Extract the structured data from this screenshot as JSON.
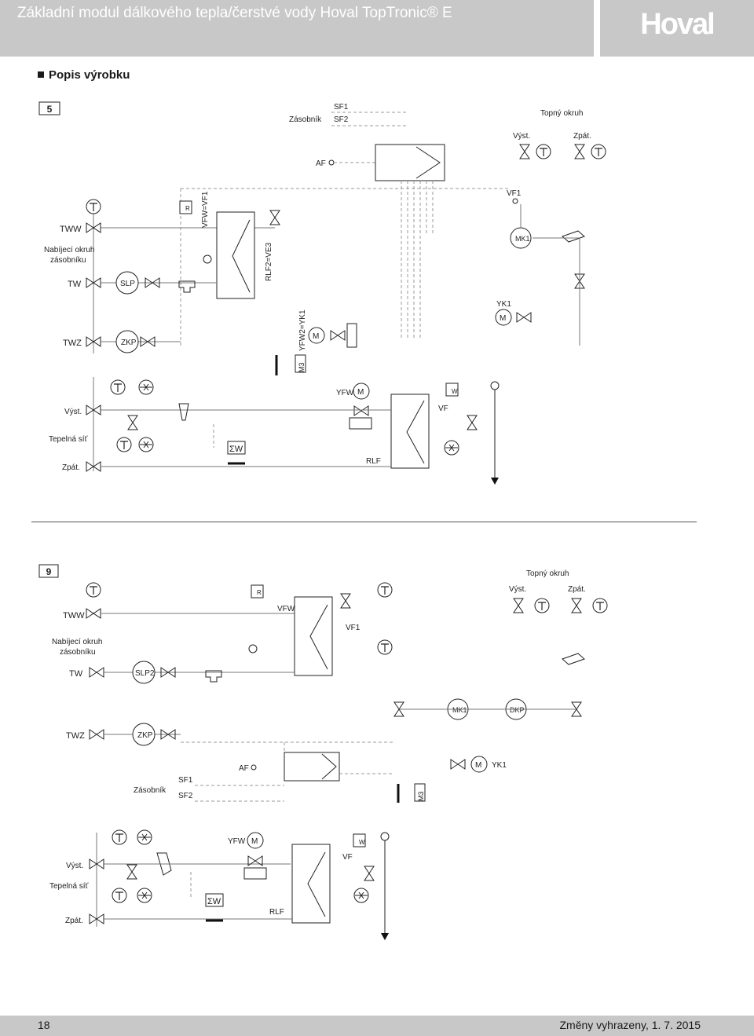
{
  "header": {
    "title": "Základní modul dálkového tepla/čerstvé vody Hoval TopTronic® E",
    "logo": "Hoval"
  },
  "section": {
    "title": "Popis výrobku"
  },
  "d5": {
    "num": "5",
    "zasobnik": "Zásobník",
    "sf1": "SF1",
    "sf2": "SF2",
    "topny": "Topný okruh",
    "vyst": "Výst.",
    "zpat": "Zpát.",
    "af": "AF",
    "vf1": "VF1",
    "tww": "TWW",
    "nabijeci1": "Nabíjecí okruh",
    "nabijeci2": "zásobníku",
    "tw": "TW",
    "slp": "SLP",
    "vfw": "VFW=VF1",
    "rlf2": "RLF2=VE3",
    "mk1": "MK1",
    "yk1": "YK1",
    "twz": "TWZ",
    "zkp": "ZKP",
    "yfw2": "YFW2=YK1",
    "yfw": "YFW",
    "vf": "VF",
    "vyst2": "Výst.",
    "tepelna": "Tepelná síť",
    "zpat2": "Zpát.",
    "rlf": "RLF",
    "sumw": "ΣW",
    "m": "M",
    "r": "R",
    "w": "W",
    "m3": "M3"
  },
  "d9": {
    "num": "9",
    "topny": "Topný okruh",
    "vyst": "Výst.",
    "zpat": "Zpát.",
    "tww": "TWW",
    "vfw": "VFW",
    "vf1": "VF1",
    "nabijeci1": "Nabíjecí okruh",
    "nabijeci2": "zásobníku",
    "tw": "TW",
    "slp2": "SLP2",
    "mk1": "MK1",
    "dkp": "DKP",
    "twz": "TWZ",
    "zkp": "ZKP",
    "af": "AF",
    "yk1": "YK1",
    "zasobnik": "Zásobník",
    "sf1": "SF1",
    "sf2": "SF2",
    "yfw": "YFW",
    "vf": "VF",
    "vyst2": "Výst.",
    "tepelna": "Tepelná síť",
    "zpat2": "Zpát.",
    "rlf": "RLF",
    "sumw": "ΣW",
    "m": "M",
    "r": "R",
    "w": "W",
    "m3": "M3"
  },
  "footer": {
    "page": "18",
    "note": "Změny vyhrazeny, 1. 7. 2015"
  }
}
